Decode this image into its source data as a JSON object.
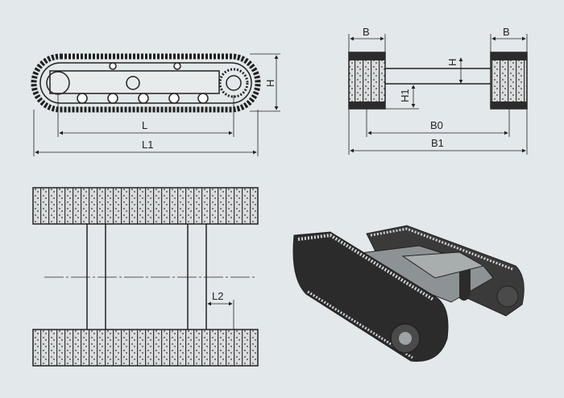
{
  "side_view": {
    "labels": {
      "L": "L",
      "L1": "L1",
      "H": "H"
    }
  },
  "front_view": {
    "labels": {
      "B_left": "B",
      "B_right": "B",
      "H": "H",
      "H1": "H1",
      "B0": "B0",
      "B1": "B1"
    }
  },
  "top_view": {
    "labels": {
      "L2": "L2"
    }
  },
  "perspective_view": {},
  "colors": {
    "background": "#e3e8ea",
    "line": "#222222",
    "track": "#2b2b2b",
    "track_light": "#cfd3d4"
  }
}
